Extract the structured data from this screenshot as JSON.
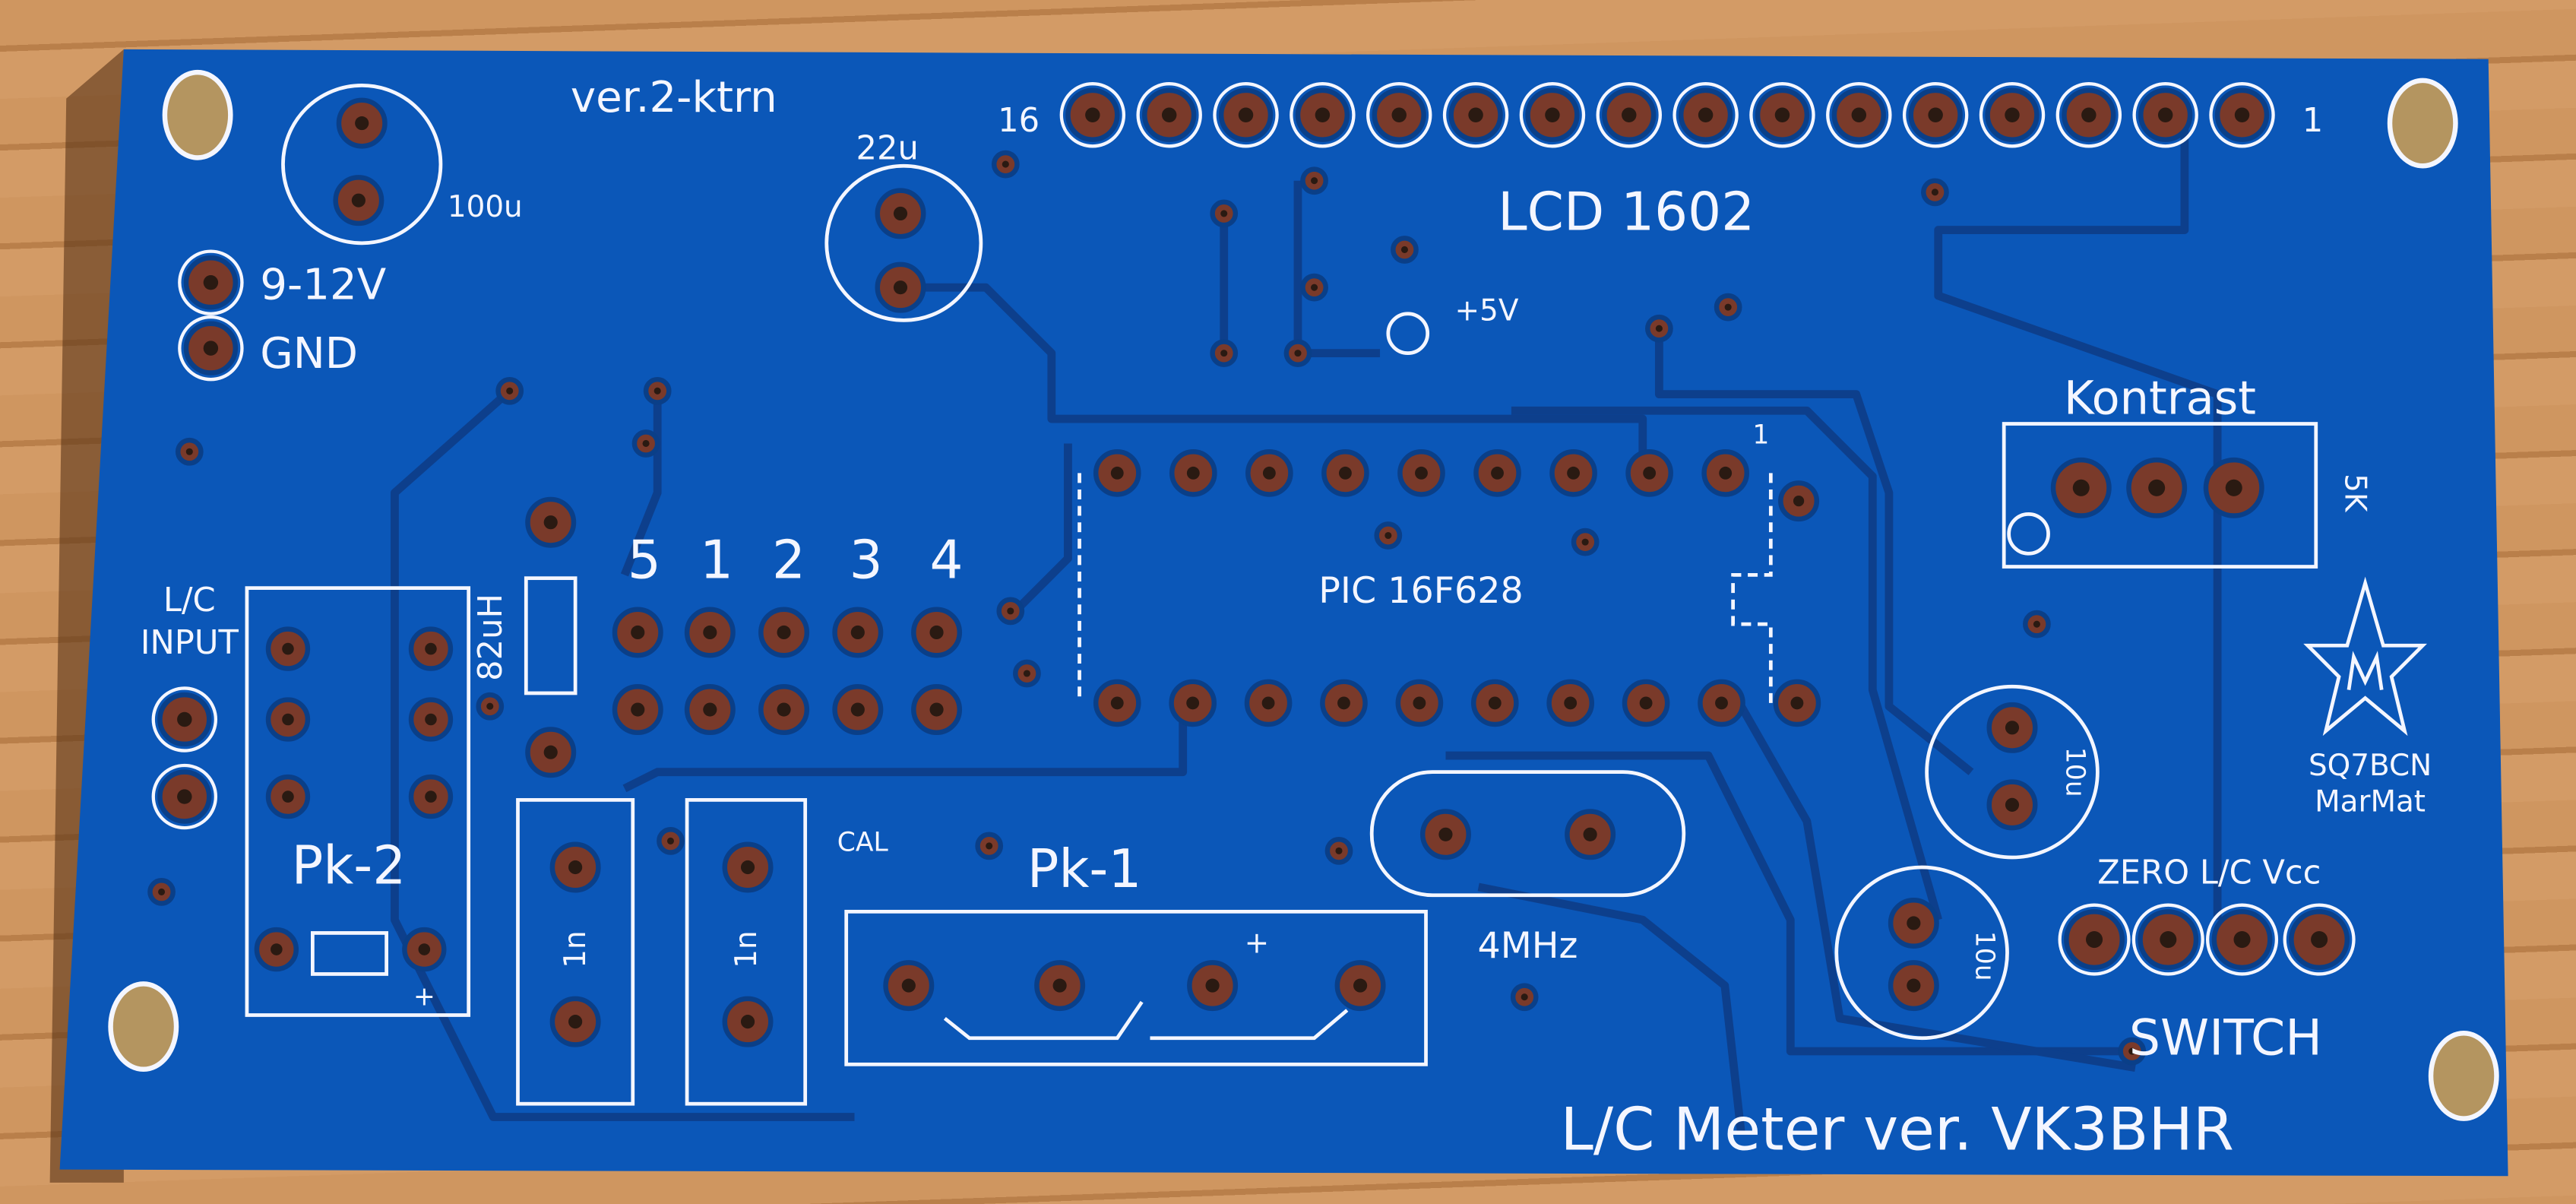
{
  "board": {
    "version_label": "ver.2-ktrn",
    "title": "L/C Meter ver. VK3BHR",
    "colors": {
      "soldermask": "#0b57b8",
      "silkscreen": "#f4f6ff",
      "copper": "#7a3a2a",
      "background": "#c8905a"
    }
  },
  "lcd": {
    "label": "LCD 1602",
    "pin_first": "16",
    "pin_last": "1",
    "pin_count": 16
  },
  "power": {
    "capacitor_100": "100u",
    "capacitor_22": "22u",
    "vin_label": "9-12V",
    "gnd_label": "GND",
    "plus5v_label": "+5V"
  },
  "mcu": {
    "label": "PIC 16F628",
    "pin1_label": "1"
  },
  "contrast": {
    "label": "Kontrast",
    "value": "5K"
  },
  "jumpers": {
    "labels": [
      "5",
      "1",
      "2",
      "3",
      "4"
    ]
  },
  "input": {
    "label_line1": "L/C",
    "label_line2": "INPUT"
  },
  "relays": {
    "pk2": "Pk-2",
    "pk1": "Pk-1",
    "pk1_plus": "+",
    "pk2_plus": "+"
  },
  "inductor": {
    "label": "82uH"
  },
  "capacitors": {
    "c1": "1n",
    "c2": "1n",
    "cal_label": "CAL",
    "c10a": "10u",
    "c10b": "10u"
  },
  "crystal": {
    "label": "4MHz"
  },
  "logo": {
    "callsign": "SQ7BCN",
    "name": "MarMat"
  },
  "switch": {
    "pins_label": "ZERO L/C Vcc",
    "label": "SWITCH"
  }
}
